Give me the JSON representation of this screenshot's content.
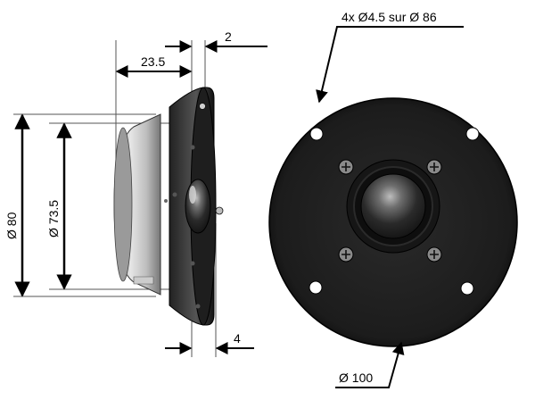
{
  "dimensions": {
    "depth": "23.5",
    "flange_thickness": "2",
    "outer_diameter_side": "Ø 80",
    "body_diameter": "Ø 73.5",
    "mounting_holes": "4x Ø4.5 sur Ø 86",
    "faceplate_offset": "4",
    "front_diameter": "Ø 100"
  },
  "colors": {
    "faceplate": "#1c1c1c",
    "faceplate_edge": "#0a0a0a",
    "dome": "#3a3a3a",
    "can": "#bdbdbd",
    "dim_line": "#000000",
    "ext_line": "#555555"
  },
  "icons": {
    "screw": "screw-icon",
    "mounting_hole": "mounting-hole-icon",
    "dome": "tweeter-dome-icon"
  }
}
